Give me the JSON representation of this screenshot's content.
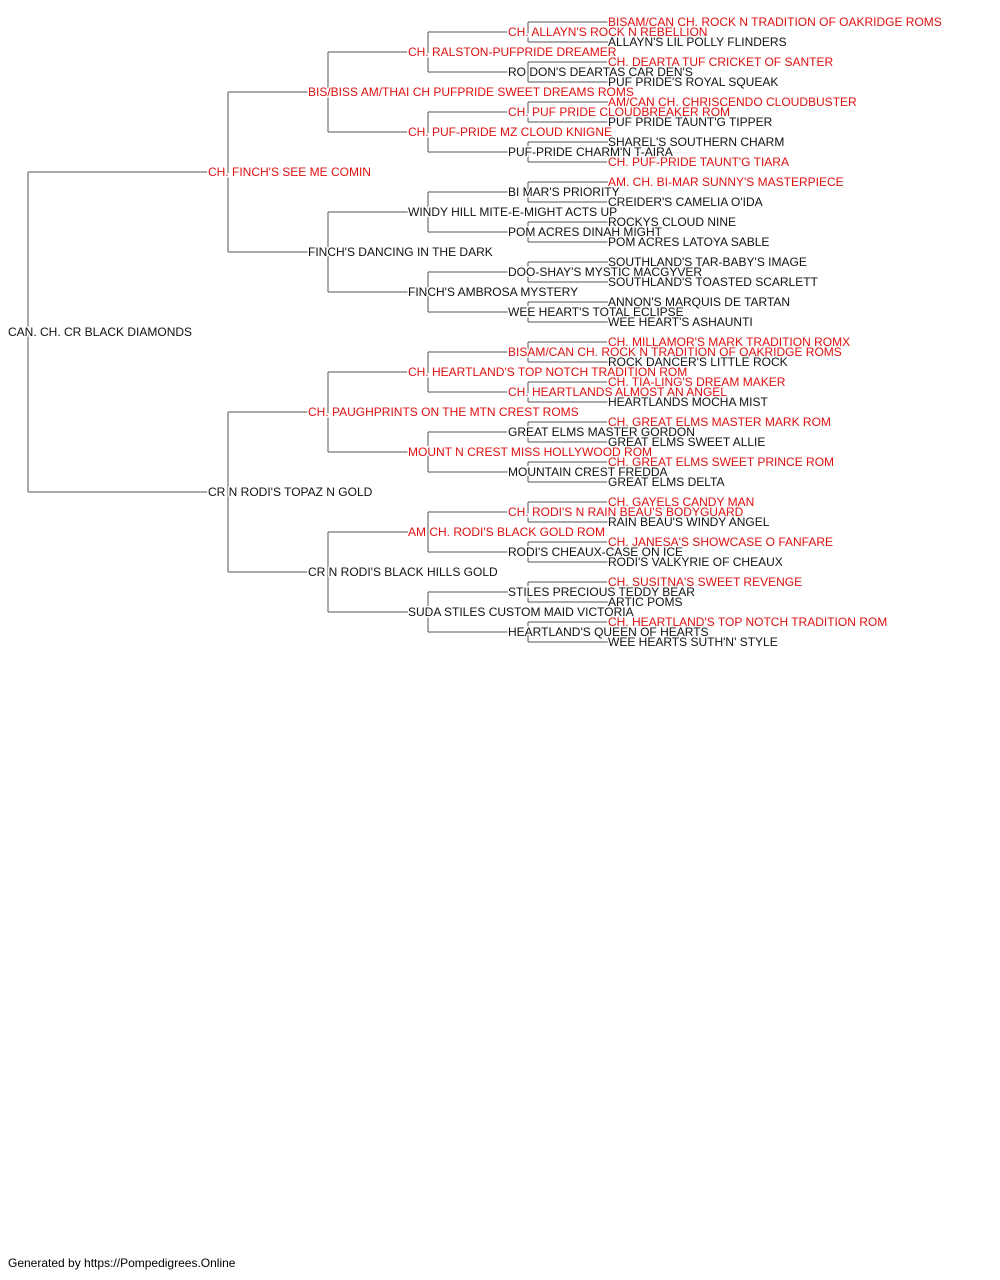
{
  "colors": {
    "champion": "#dd1111",
    "normal": "#111111",
    "line": "#555555"
  },
  "subject": {
    "name": "CAN. CH. CR BLACK DIAMONDS",
    "champion": false
  },
  "sire": {
    "name": "CH. FINCH'S SEE ME COMIN",
    "champion": true
  },
  "dam": {
    "name": "CR N RODI'S TOPAZ N GOLD",
    "champion": false
  },
  "grandparents": [
    {
      "name": "BIS/BISS AM/THAI CH PUFPRIDE SWEET DREAMS ROMS",
      "champion": true
    },
    {
      "name": "FINCH'S DANCING IN THE DARK",
      "champion": false
    },
    {
      "name": "CH. PAUGHPRINTS ON THE MTN CREST ROMS",
      "champion": true
    },
    {
      "name": "CR N RODI'S BLACK HILLS GOLD",
      "champion": false
    }
  ],
  "great_grandparents": [
    {
      "name": "CH. RALSTON-PUFPRIDE DREAMER",
      "champion": true
    },
    {
      "name": "CH. PUF-PRIDE MZ CLOUD KNIGNE",
      "champion": true
    },
    {
      "name": "WINDY HILL MITE-E-MIGHT ACTS UP",
      "champion": false
    },
    {
      "name": "FINCH'S AMBROSA MYSTERY",
      "champion": false
    },
    {
      "name": "CH. HEARTLAND'S TOP NOTCH TRADITION ROM",
      "champion": true
    },
    {
      "name": "MOUNT N CREST MISS HOLLYWOOD ROM",
      "champion": true
    },
    {
      "name": "AM CH. RODI'S BLACK GOLD ROM",
      "champion": true
    },
    {
      "name": "SUDA STILES CUSTOM MAID VICTORIA",
      "champion": false
    }
  ],
  "gen4": [
    {
      "name": "CH. ALLAYN'S ROCK N REBELLION",
      "champion": true
    },
    {
      "name": "RO DON'S DEARTAS CAR DEN'S",
      "champion": false
    },
    {
      "name": "CH. PUF PRIDE CLOUDBREAKER ROM",
      "champion": true
    },
    {
      "name": "PUF-PRIDE CHARM'N T-AIRA",
      "champion": false
    },
    {
      "name": "BI MAR'S PRIORITY",
      "champion": false
    },
    {
      "name": "POM ACRES DINAH MIGHT",
      "champion": false
    },
    {
      "name": "DOO-SHAY'S MYSTIC MACGYVER",
      "champion": false
    },
    {
      "name": "WEE HEART'S TOTAL ECLIPSE",
      "champion": false
    },
    {
      "name": "BISAM/CAN CH. ROCK N TRADITION OF OAKRIDGE ROMS",
      "champion": true
    },
    {
      "name": "CH. HEARTLANDS ALMOST AN ANGEL",
      "champion": true
    },
    {
      "name": "GREAT ELMS MASTER GORDON",
      "champion": false
    },
    {
      "name": "MOUNTAIN CREST FREDDA",
      "champion": false
    },
    {
      "name": "CH. RODI'S N RAIN BEAU'S BODYGUARD",
      "champion": true
    },
    {
      "name": "RODI'S CHEAUX-CASE ON ICE",
      "champion": false
    },
    {
      "name": "STILES PRECIOUS TEDDY BEAR",
      "champion": false
    },
    {
      "name": "HEARTLAND'S QUEEN OF HEARTS",
      "champion": false
    }
  ],
  "gen5": [
    {
      "name": "BISAM/CAN CH. ROCK N TRADITION OF OAKRIDGE ROMS",
      "champion": true
    },
    {
      "name": "ALLAYN'S LIL POLLY FLINDERS",
      "champion": false
    },
    {
      "name": "CH. DEARTA TUF CRICKET OF SANTER",
      "champion": true
    },
    {
      "name": "PUF PRIDE'S ROYAL SQUEAK",
      "champion": false
    },
    {
      "name": "AM/CAN CH. CHRISCENDO CLOUDBUSTER",
      "champion": true
    },
    {
      "name": "PUF PRIDE TAUNT'G TIPPER",
      "champion": false
    },
    {
      "name": "SHAREL'S SOUTHERN CHARM",
      "champion": false
    },
    {
      "name": "CH. PUF-PRIDE TAUNT'G TIARA",
      "champion": true
    },
    {
      "name": "AM. CH. BI-MAR SUNNY'S MASTERPIECE",
      "champion": true
    },
    {
      "name": "CREIDER'S CAMELIA O'IDA",
      "champion": false
    },
    {
      "name": "ROCKYS CLOUD NINE",
      "champion": false
    },
    {
      "name": "POM ACRES LATOYA SABLE",
      "champion": false
    },
    {
      "name": "SOUTHLAND'S TAR-BABY'S IMAGE",
      "champion": false
    },
    {
      "name": "SOUTHLAND'S TOASTED SCARLETT",
      "champion": false
    },
    {
      "name": "ANNON'S MARQUIS DE TARTAN",
      "champion": false
    },
    {
      "name": "WEE HEART'S ASHAUNTI",
      "champion": false
    },
    {
      "name": "CH. MILLAMOR'S MARK TRADITION ROMX",
      "champion": true
    },
    {
      "name": "ROCK DANCER'S LITTLE ROCK",
      "champion": false
    },
    {
      "name": "CH. TIA-LING'S DREAM MAKER",
      "champion": true
    },
    {
      "name": "HEARTLANDS MOCHA MIST",
      "champion": false
    },
    {
      "name": "CH. GREAT ELMS MASTER MARK ROM",
      "champion": true
    },
    {
      "name": "GREAT ELMS SWEET ALLIE",
      "champion": false
    },
    {
      "name": "CH. GREAT ELMS SWEET PRINCE ROM",
      "champion": true
    },
    {
      "name": "GREAT ELMS DELTA",
      "champion": false
    },
    {
      "name": "CH. GAYELS CANDY MAN",
      "champion": true
    },
    {
      "name": "RAIN BEAU'S WINDY ANGEL",
      "champion": false
    },
    {
      "name": "CH. JANESA'S SHOWCASE O FANFARE",
      "champion": true
    },
    {
      "name": "RODI'S VALKYRIE OF CHEAUX",
      "champion": false
    },
    {
      "name": "CH. SUSITNA'S SWEET REVENGE",
      "champion": true
    },
    {
      "name": "ARTIC POMS",
      "champion": false
    },
    {
      "name": "CH. HEARTLAND'S TOP NOTCH TRADITION ROM",
      "champion": true
    },
    {
      "name": "WEE HEARTS SUTH'N' STYLE",
      "champion": false
    }
  ],
  "footer": "Generated by https://Pompedigrees.Online"
}
